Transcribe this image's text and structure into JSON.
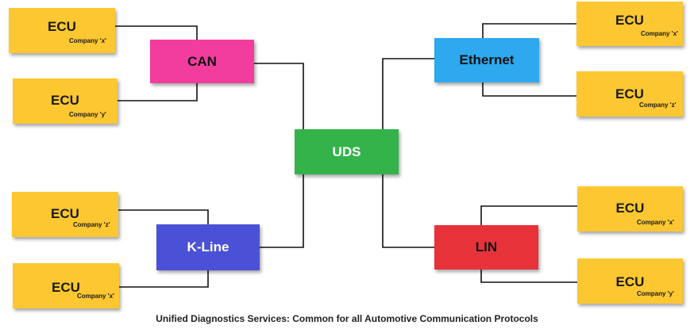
{
  "protocols": {
    "can": {
      "label": "CAN",
      "color": "#f23d9e"
    },
    "ethernet": {
      "label": "Ethernet",
      "color": "#2ea8ee"
    },
    "uds": {
      "label": "UDS",
      "color": "#34b34a"
    },
    "kline": {
      "label": "K-Line",
      "color": "#4b51d6"
    },
    "lin": {
      "label": "LIN",
      "color": "#e8323a"
    }
  },
  "ecus": [
    {
      "label": "ECU",
      "company": "Company 'x'"
    },
    {
      "label": "ECU",
      "company": "Company 'y'"
    },
    {
      "label": "ECU",
      "company": "Company 'z'"
    },
    {
      "label": "ECU",
      "company": "Company 'x'"
    },
    {
      "label": "ECU",
      "company": "Company 'x'"
    },
    {
      "label": "ECU",
      "company": "Company 'z'"
    },
    {
      "label": "ECU",
      "company": "Company 'x'"
    },
    {
      "label": "ECU",
      "company": "Company 'y'"
    }
  ],
  "caption": "Unified Diagnostics Services: Common for all Automotive Communication Protocols"
}
